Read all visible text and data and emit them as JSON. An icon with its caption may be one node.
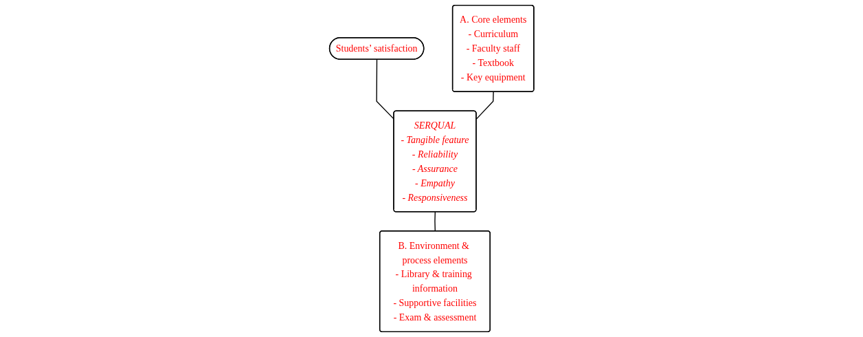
{
  "diagram": {
    "nodes": [
      {
        "text": [
          "Students’ satisfaction"
        ]
      },
      {
        "text": [
          "A. Core elements",
          "- Curriculum",
          "- Faculty staff",
          "- Textbook",
          "- Key equipment"
        ]
      },
      {
        "text": [
          "SERQUAL",
          "- Tangible feature",
          "- Reliability",
          "- Assurance",
          "- Empathy",
          "- Responsiveness"
        ]
      },
      {
        "text": [
          "B. Environment & process elements",
          "- Library & training information",
          "- Supportive facilities",
          "- Exam & assessment"
        ]
      }
    ],
    "edges": [
      {
        "from": 0,
        "to": 2,
        "arrow": "none"
      },
      {
        "from": 1,
        "to": 2,
        "arrow": "none"
      },
      {
        "from": 2,
        "to": 3,
        "arrow": "none"
      }
    ]
  }
}
